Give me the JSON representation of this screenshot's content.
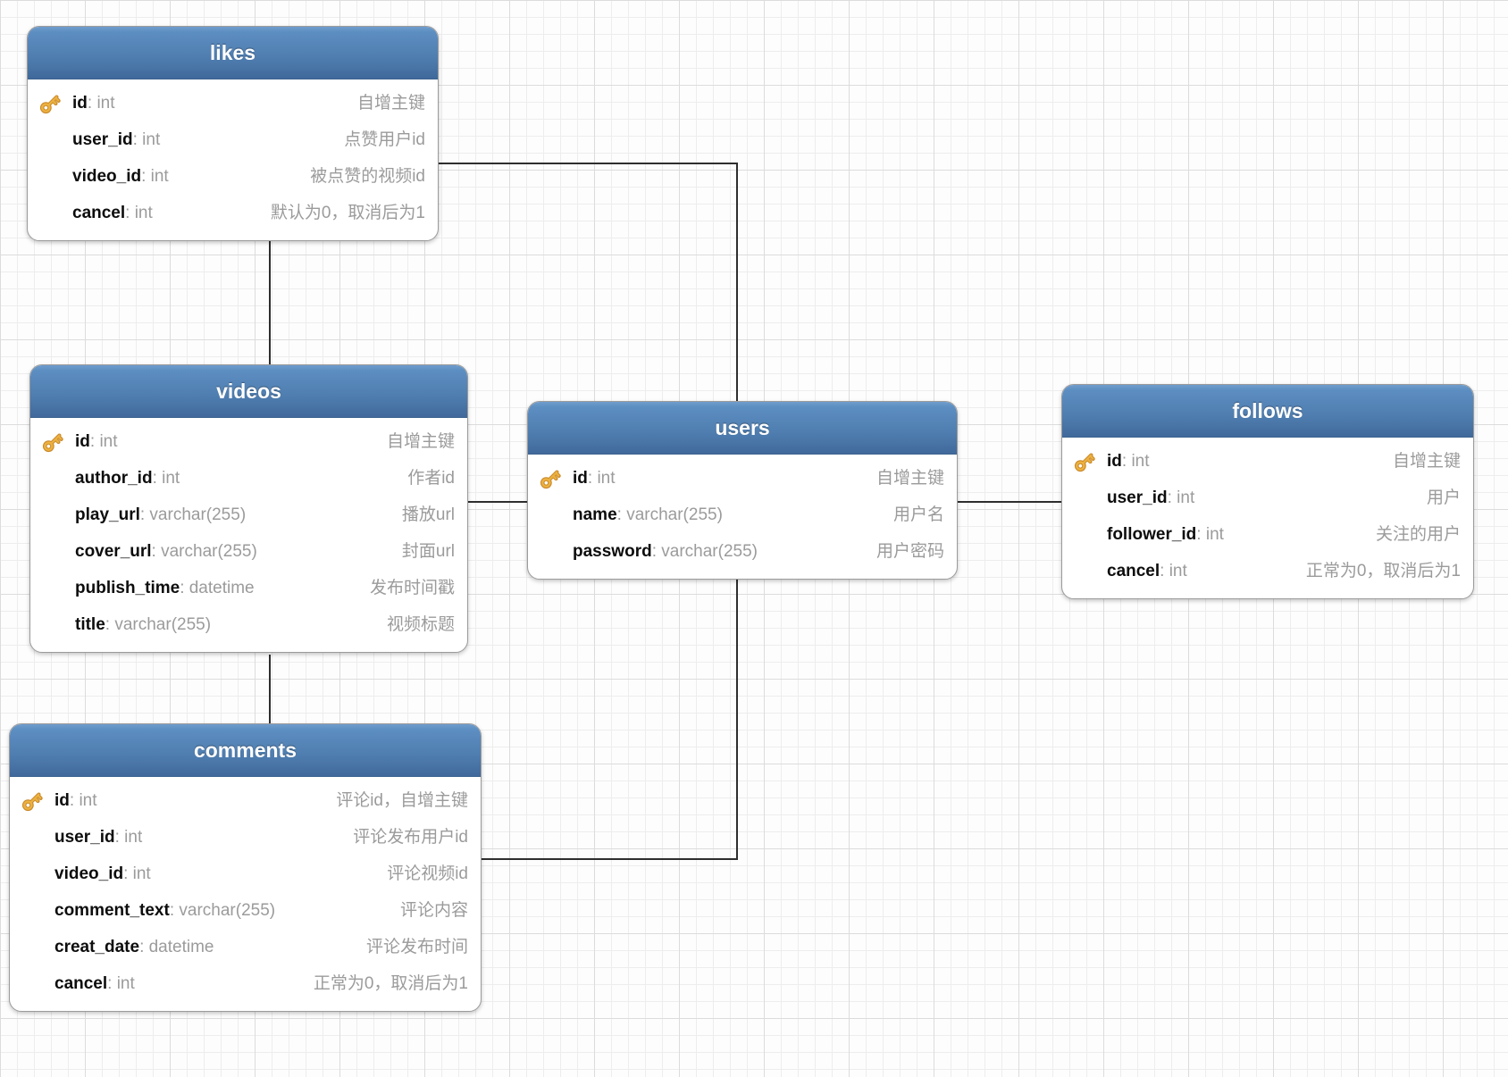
{
  "diagram": {
    "tables": [
      {
        "name": "likes",
        "fields": [
          {
            "key": true,
            "name": "id",
            "type": "int",
            "comment": "自增主键"
          },
          {
            "key": false,
            "name": "user_id",
            "type": "int",
            "comment": "点赞用户id"
          },
          {
            "key": false,
            "name": "video_id",
            "type": "int",
            "comment": "被点赞的视频id"
          },
          {
            "key": false,
            "name": "cancel",
            "type": "int",
            "comment": "默认为0，取消后为1"
          }
        ]
      },
      {
        "name": "videos",
        "fields": [
          {
            "key": true,
            "name": "id",
            "type": "int",
            "comment": "自增主键"
          },
          {
            "key": false,
            "name": "author_id",
            "type": "int",
            "comment": "作者id"
          },
          {
            "key": false,
            "name": "play_url",
            "type": "varchar(255)",
            "comment": "播放url"
          },
          {
            "key": false,
            "name": "cover_url",
            "type": "varchar(255)",
            "comment": "封面url"
          },
          {
            "key": false,
            "name": "publish_time",
            "type": "datetime",
            "comment": "发布时间戳"
          },
          {
            "key": false,
            "name": "title",
            "type": "varchar(255)",
            "comment": "视频标题"
          }
        ]
      },
      {
        "name": "users",
        "fields": [
          {
            "key": true,
            "name": "id",
            "type": "int",
            "comment": "自增主键"
          },
          {
            "key": false,
            "name": "name",
            "type": "varchar(255)",
            "comment": "用户名"
          },
          {
            "key": false,
            "name": "password",
            "type": "varchar(255)",
            "comment": "用户密码"
          }
        ]
      },
      {
        "name": "follows",
        "fields": [
          {
            "key": true,
            "name": "id",
            "type": "int",
            "comment": "自增主键"
          },
          {
            "key": false,
            "name": "user_id",
            "type": "int",
            "comment": "用户"
          },
          {
            "key": false,
            "name": "follower_id",
            "type": "int",
            "comment": "关注的用户"
          },
          {
            "key": false,
            "name": "cancel",
            "type": "int",
            "comment": "正常为0，取消后为1"
          }
        ]
      },
      {
        "name": "comments",
        "fields": [
          {
            "key": true,
            "name": "id",
            "type": "int",
            "comment": "评论id，自增主键"
          },
          {
            "key": false,
            "name": "user_id",
            "type": "int",
            "comment": "评论发布用户id"
          },
          {
            "key": false,
            "name": "video_id",
            "type": "int",
            "comment": "评论视频id"
          },
          {
            "key": false,
            "name": "comment_text",
            "type": "varchar(255)",
            "comment": "评论内容"
          },
          {
            "key": false,
            "name": "creat_date",
            "type": "datetime",
            "comment": "评论发布时间"
          },
          {
            "key": false,
            "name": "cancel",
            "type": "int",
            "comment": "正常为0，取消后为1"
          }
        ]
      }
    ],
    "colors": {
      "header_blue_top": "#6f9dcd",
      "header_blue_bottom": "#41699b",
      "table_border": "#9b9b9b",
      "field_type_gray": "#9b9b9b",
      "connector": "#2e2e2e",
      "key_gold": "#dfa636"
    }
  }
}
